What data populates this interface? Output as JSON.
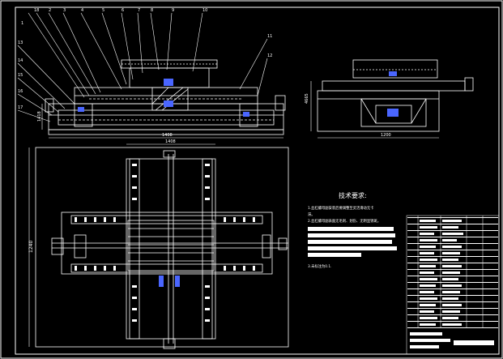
{
  "dims": {
    "top_width": "1408",
    "top_height": "1418",
    "plan_width": "1408",
    "plan_height": "1240",
    "side_height": "4665",
    "side_bottom": "1200"
  },
  "tech_requirements": {
    "title": "技术要求:",
    "lines": [
      "1.丝杠螺母副安装后要调整至灵活滑动无卡",
      "滞。",
      "2.丝杠螺母副表面无毛刺、划伤、无明显锈斑。",
      "3.未标注为0.1."
    ]
  },
  "balloons": [
    "1",
    "2",
    "3",
    "4",
    "5",
    "6",
    "7",
    "8",
    "9",
    "10",
    "11",
    "12",
    "13",
    "14",
    "15",
    "16",
    "17",
    "18"
  ],
  "colors": {
    "line": "#ffffff",
    "accent": "#4a66ff",
    "background": "#000000"
  }
}
